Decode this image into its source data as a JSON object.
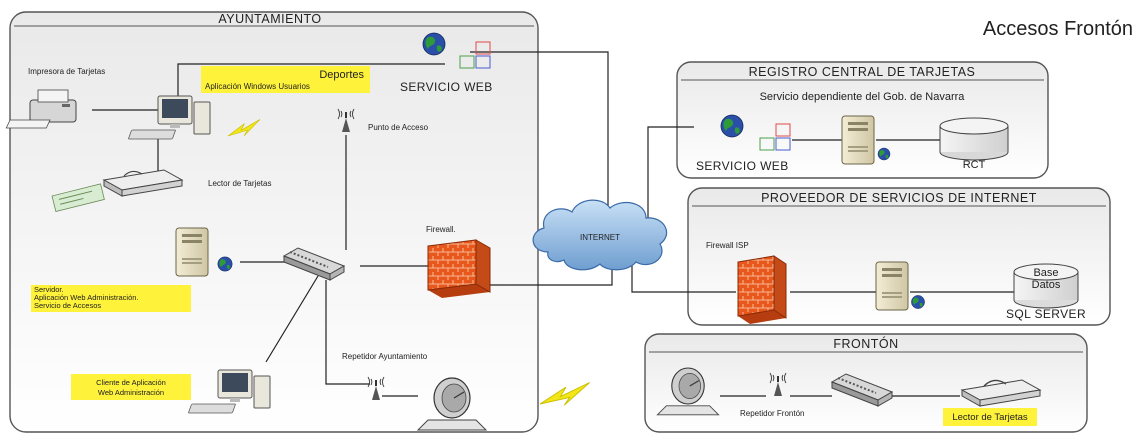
{
  "title": "Accesos Frontón",
  "zones": {
    "ayuntamiento": "AYUNTAMIENTO",
    "registro": "REGISTRO CENTRAL DE TARJETAS",
    "proveedor": "PROVEEDOR DE SERVICIOS DE INTERNET",
    "fronton": "FRONTÓN"
  },
  "labels": {
    "impresora": "Impresora de Tarjetas",
    "deportes": "Deportes",
    "deportes_sub": "Aplicación Windows Usuarios",
    "servicio_web_ayto": "SERVICIO WEB",
    "punto_acceso": "Punto de Acceso",
    "lector_ayto": "Lector de Tarjetas",
    "firewall": "Firewall.",
    "servidor_1": "Servidor.",
    "servidor_2": "Aplicación Web Administración.",
    "servidor_3": "Servicio de Accesos",
    "cliente_1": "Cliente de Aplicación",
    "cliente_2": "Web Administración",
    "repetidor_ayto": "Repetidor Ayuntamiento",
    "internet": "INTERNET",
    "registro_sub": "Servicio dependiente del Gob. de Navarra",
    "servicio_web_rct": "SERVICIO WEB",
    "rct": "RCT",
    "firewall_isp": "Firewall ISP",
    "base_datos_1": "Base",
    "base_datos_2": "Datos",
    "sql_server": "SQL SERVER",
    "repetidor_fronton": "Repetidor Frontón",
    "lector_fronton": "Lector de Tarjetas"
  },
  "icons": [
    "globe-icon",
    "printer-icon",
    "computer-icon",
    "antenna-icon",
    "card-reader-icon",
    "server-icon",
    "switch-icon",
    "firewall-icon",
    "cloud-icon",
    "database-icon",
    "satellite-dish-icon",
    "lightning-icon"
  ],
  "colors": {
    "note_yellow": "#fff23a",
    "zone_stroke": "#555555",
    "firewall": "#e8581c",
    "cloud": "#8eb8e0",
    "lightning": "#f2e618",
    "globe_blue": "#2a4fa8",
    "globe_green": "#2f9a3a"
  }
}
